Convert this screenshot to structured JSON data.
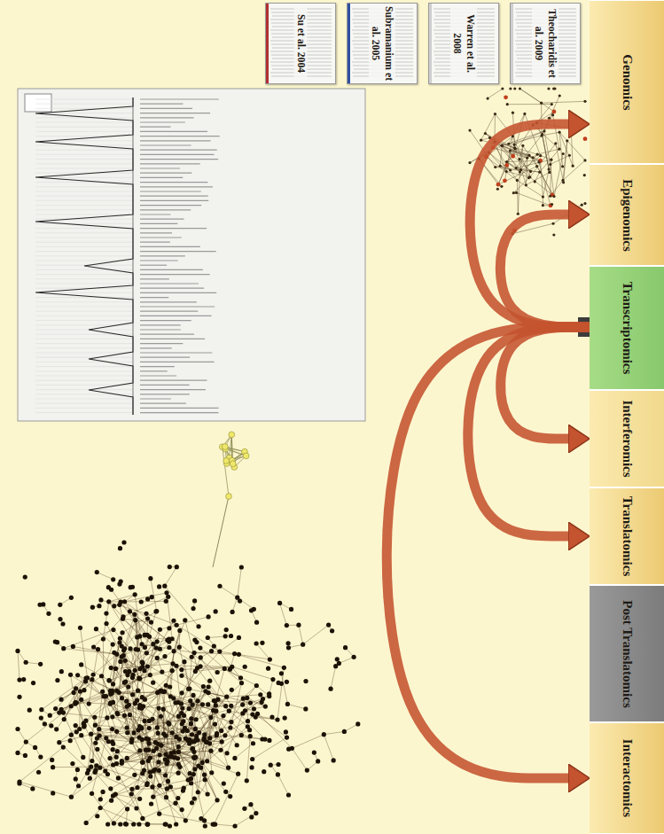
{
  "diagram": {
    "nodes": [
      {
        "text": [
          "Genomics"
        ]
      },
      {
        "text": [
          "Epigenomics"
        ]
      },
      {
        "text": [
          "Transcriptomics"
        ]
      },
      {
        "text": [
          "Interferomics"
        ]
      },
      {
        "text": [
          "Translatomics"
        ]
      },
      {
        "text": [
          "Post Translatomics"
        ]
      },
      {
        "text": [
          "Interactomics"
        ]
      },
      {
        "text": [
          "Su et al. 2004"
        ]
      },
      {
        "text": [
          "Subramanium et al. 2005"
        ]
      },
      {
        "text": [
          "Warren et al. 2008"
        ]
      },
      {
        "text": [
          "Theocharidis et al. 2009"
        ]
      }
    ],
    "edges": [
      {
        "from": 2,
        "to": 0,
        "arrow": "to"
      },
      {
        "from": 2,
        "to": 1,
        "arrow": "to"
      },
      {
        "from": 2,
        "to": 3,
        "arrow": "to"
      },
      {
        "from": 2,
        "to": 4,
        "arrow": "to"
      },
      {
        "from": 2,
        "to": 6,
        "arrow": "to"
      }
    ]
  }
}
